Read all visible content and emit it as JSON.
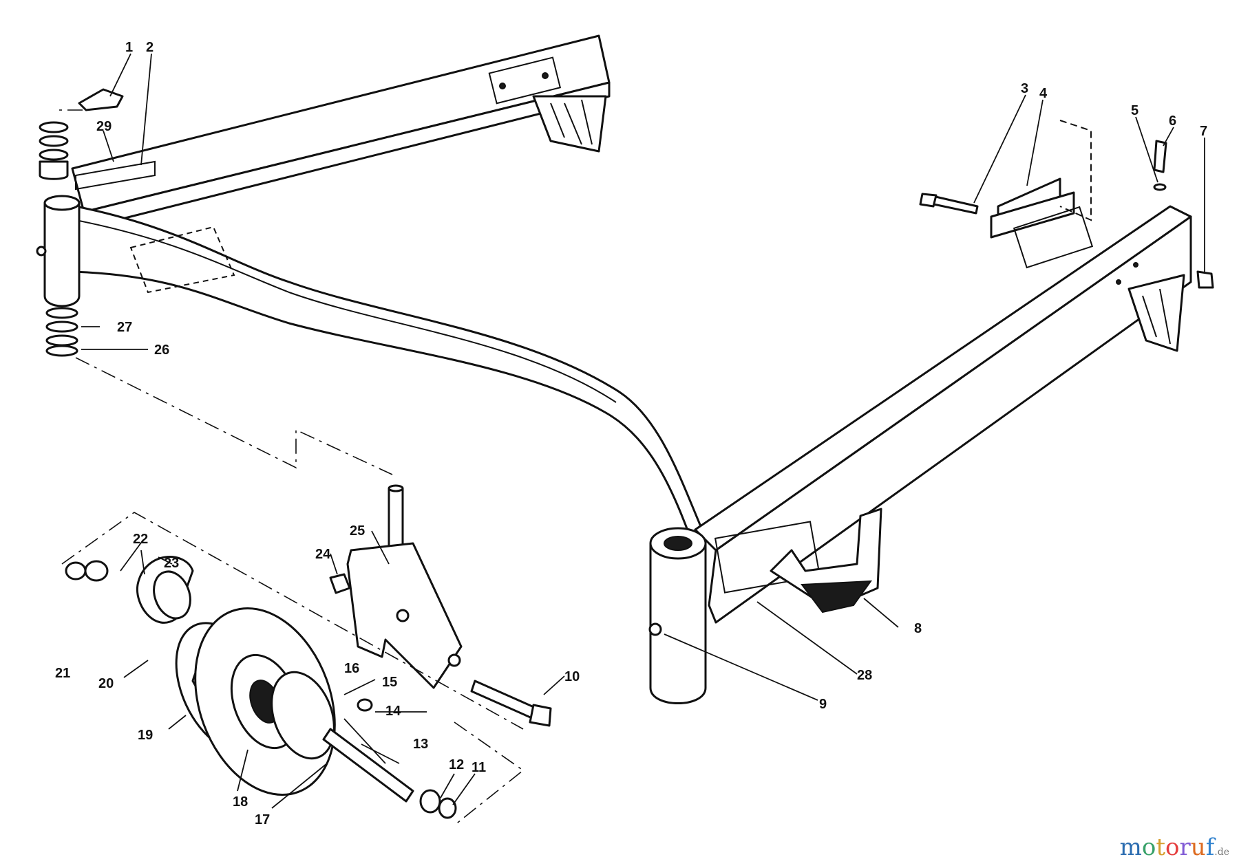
{
  "diagram": {
    "type": "exploded-parts-diagram",
    "callouts": [
      {
        "id": "c1",
        "label": "1"
      },
      {
        "id": "c2",
        "label": "2"
      },
      {
        "id": "c3",
        "label": "3"
      },
      {
        "id": "c4",
        "label": "4"
      },
      {
        "id": "c5",
        "label": "5"
      },
      {
        "id": "c6",
        "label": "6"
      },
      {
        "id": "c7",
        "label": "7"
      },
      {
        "id": "c8",
        "label": "8"
      },
      {
        "id": "c9",
        "label": "9"
      },
      {
        "id": "c10",
        "label": "10"
      },
      {
        "id": "c11",
        "label": "11"
      },
      {
        "id": "c12",
        "label": "12"
      },
      {
        "id": "c13",
        "label": "13"
      },
      {
        "id": "c14",
        "label": "14"
      },
      {
        "id": "c15",
        "label": "15"
      },
      {
        "id": "c16",
        "label": "16"
      },
      {
        "id": "c17",
        "label": "17"
      },
      {
        "id": "c18",
        "label": "18"
      },
      {
        "id": "c19",
        "label": "19"
      },
      {
        "id": "c20",
        "label": "20"
      },
      {
        "id": "c21",
        "label": "21"
      },
      {
        "id": "c22",
        "label": "22"
      },
      {
        "id": "c23",
        "label": "23"
      },
      {
        "id": "c24",
        "label": "24"
      },
      {
        "id": "c25",
        "label": "25"
      },
      {
        "id": "c26",
        "label": "26"
      },
      {
        "id": "c27",
        "label": "27"
      },
      {
        "id": "c28",
        "label": "28"
      },
      {
        "id": "c29",
        "label": "29"
      }
    ]
  },
  "watermark": {
    "letters": [
      "m",
      "o",
      "t",
      "o",
      "r",
      "u",
      "f"
    ],
    "letter_colors": [
      "#2b6cb0",
      "#38a169",
      "#d69e2e",
      "#e53e3e",
      "#805ad5",
      "#dd6b20",
      "#3182ce"
    ],
    "suffix": ".de"
  }
}
